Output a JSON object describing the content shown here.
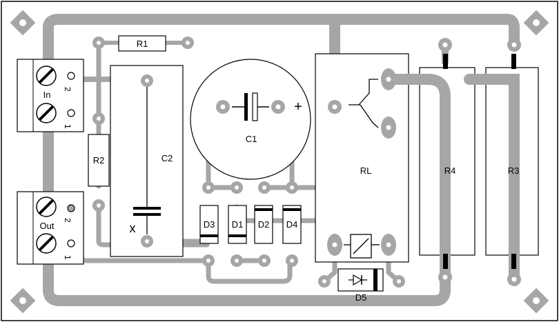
{
  "board": {
    "components": {
      "r1": "R1",
      "r2": "R2",
      "r3": "R3",
      "r4": "R4",
      "c1": "C1",
      "c2": "C2",
      "relay": "RL",
      "d1": "D1",
      "d2": "D2",
      "d3": "D3",
      "d4": "D4",
      "d5": "D5"
    },
    "terminals": {
      "input_label": "In",
      "input_pin_2": "2",
      "input_pin_1": "1",
      "output_label": "Out",
      "output_pin_2": "2",
      "output_pin_1": "1"
    },
    "markings": {
      "c1_plus": "+",
      "c2_x": "x"
    }
  },
  "colors": {
    "trace": "#a6a6a6",
    "outline": "#000000",
    "background": "#ffffff"
  }
}
